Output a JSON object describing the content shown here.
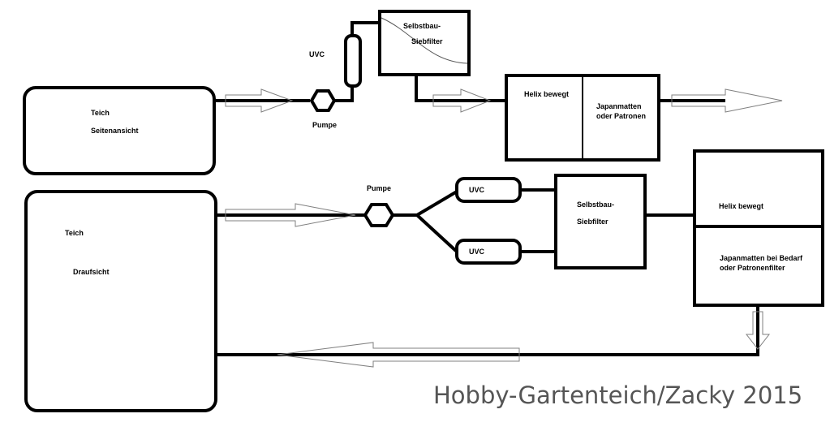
{
  "colors": {
    "line": "#000000",
    "arrow_outline": "#808080",
    "watermark": "#555555",
    "background": "#ffffff"
  },
  "top": {
    "uvc": "UVC",
    "pond_1": "Teich",
    "pond_2": "Seitenansicht",
    "pump": "Pumpe",
    "filter_1": "Selbstbau-",
    "filter_2": "Siebfilter",
    "helix": "Helix bewegt",
    "mats_1": "Japanmatten",
    "mats_2": "oder Patronen"
  },
  "bottom": {
    "pump": "Pumpe",
    "uvc_top": "UVC",
    "uvc_bottom": "UVC",
    "pond_1": "Teich",
    "pond_2": "Draufsicht",
    "filter_1": "Selbstbau-",
    "filter_2": "Siebfilter",
    "helix": "Helix bewegt",
    "mats_1": "Japanmatten bei Bedarf",
    "mats_2": "oder Patronenfilter"
  },
  "watermark": "Hobby-Gartenteich/Zacky 2015"
}
